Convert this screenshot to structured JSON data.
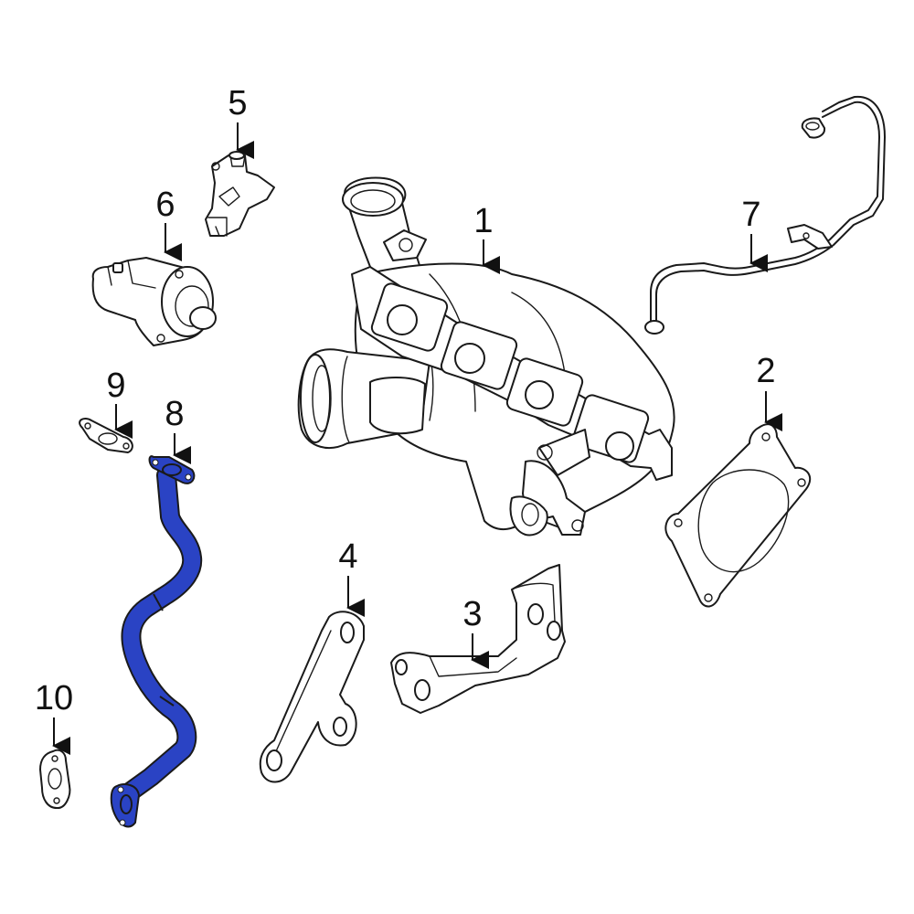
{
  "diagram": {
    "highlight_color": "#2a43c4",
    "outline_color": "#1a1a1a",
    "callouts": [
      {
        "id": "1",
        "label": "1"
      },
      {
        "id": "2",
        "label": "2"
      },
      {
        "id": "3",
        "label": "3"
      },
      {
        "id": "4",
        "label": "4"
      },
      {
        "id": "5",
        "label": "5"
      },
      {
        "id": "6",
        "label": "6"
      },
      {
        "id": "7",
        "label": "7"
      },
      {
        "id": "8",
        "label": "8"
      },
      {
        "id": "9",
        "label": "9"
      },
      {
        "id": "10",
        "label": "10"
      }
    ],
    "highlighted_part": "8"
  }
}
